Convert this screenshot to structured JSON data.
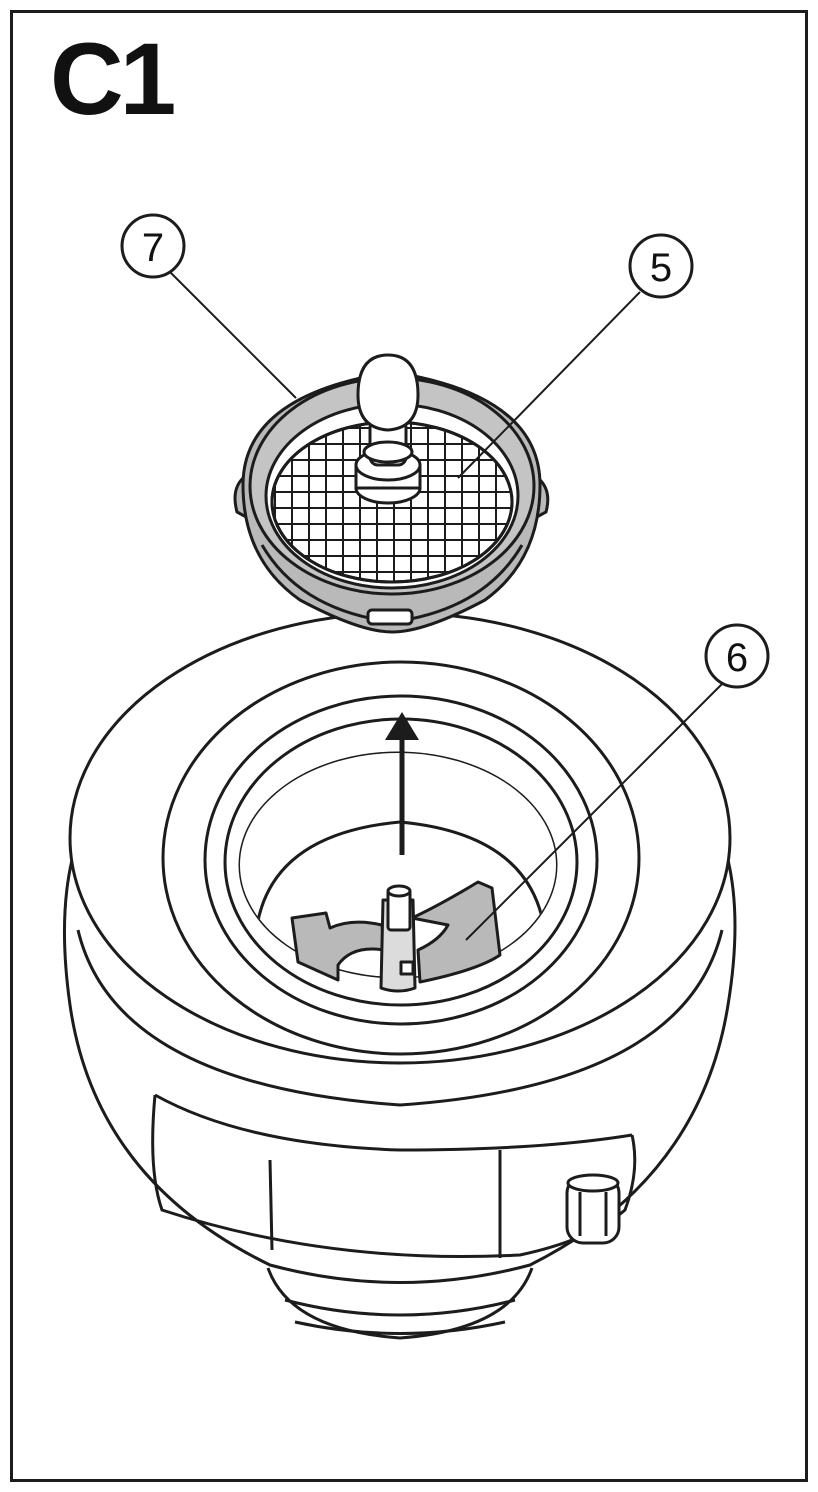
{
  "figure": {
    "panel_label": "C1",
    "callouts": [
      {
        "id": "callout-7",
        "number": "7",
        "part": "filter-ring"
      },
      {
        "id": "callout-5",
        "number": "5",
        "part": "filter-mesh"
      },
      {
        "id": "callout-6",
        "number": "6",
        "part": "impeller"
      }
    ],
    "arrow_direction": "up",
    "colors": {
      "line": "#1c1c1c",
      "part_fill": "#b9b9b9",
      "background": "#ffffff"
    }
  }
}
